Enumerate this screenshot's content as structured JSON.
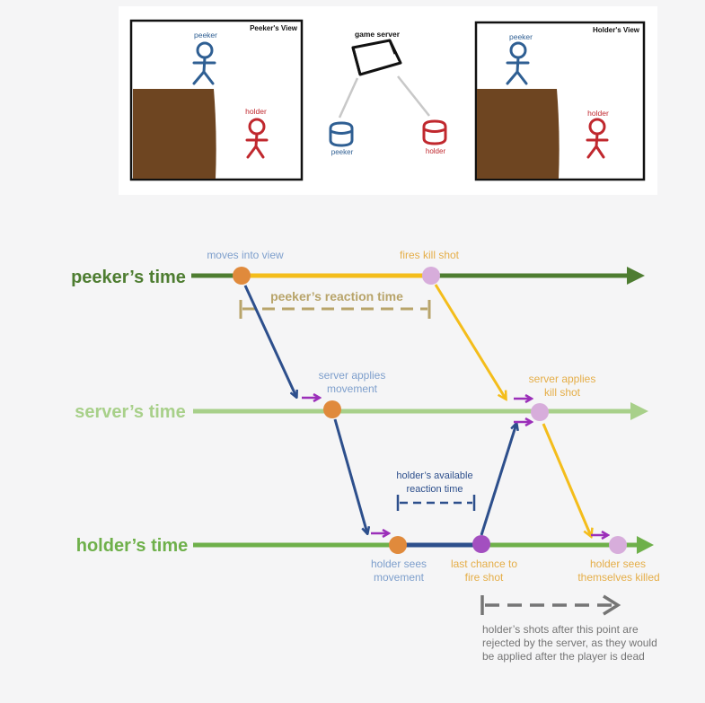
{
  "views": {
    "peeker_view_title": "Peeker's View",
    "holder_view_title": "Holder's View",
    "peeker_name": "peeker",
    "holder_name": "holder",
    "game_server": "game server",
    "client_peeker": "peeker",
    "client_holder": "holder"
  },
  "timelines": {
    "peeker": "peeker’s time",
    "server": "server’s time",
    "holder": "holder’s time"
  },
  "events": {
    "moves_into_view": "moves into view",
    "fires_kill_shot": "fires kill shot",
    "peeker_reaction": "peeker’s reaction time",
    "server_applies_movement_1": "server applies",
    "server_applies_movement_2": "movement",
    "server_applies_kill_1": "server applies",
    "server_applies_kill_2": "kill shot",
    "holder_available_1": "holder’s available",
    "holder_available_2": "reaction time",
    "holder_sees_movement_1": "holder sees",
    "holder_sees_movement_2": "movement",
    "last_chance_1": "last chance to",
    "last_chance_2": "fire shot",
    "holder_sees_killed_1": "holder sees",
    "holder_sees_killed_2": "themselves killed"
  },
  "note": {
    "line1": "holder’s shots after this point are",
    "line2": "rejected by the server, as they would",
    "line3": "be applied after the player is dead"
  },
  "colors": {
    "peeker_blue": "#2f5f93",
    "holder_red": "#c0282e",
    "wall_brown": "#6e4521",
    "peeker_line": "#4e7d31",
    "server_line": "#a8d08a",
    "holder_line": "#6eb04a",
    "orange_dot": "#e08a3c",
    "lilac_dot": "#d7addb",
    "purple_dot": "#a34fc0",
    "yellow": "#f4bd1b",
    "navy": "#2d4f8c",
    "tan": "#b8a46a",
    "gray_note": "#757575",
    "label_blue": "#7e9fcc",
    "label_orange": "#e5ae48",
    "magenta_tick": "#9b2fb9"
  }
}
